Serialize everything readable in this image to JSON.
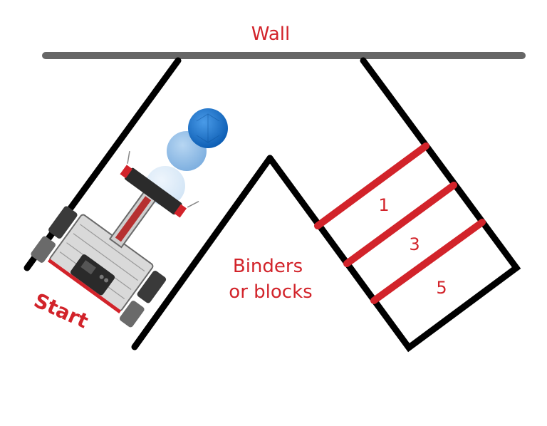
{
  "diagram": {
    "wall_label": "Wall",
    "zone_label_line1": "Binders",
    "zone_label_line2": "or blocks",
    "score_labels": [
      "1",
      "3",
      "5"
    ],
    "start_label": "Start"
  },
  "colors": {
    "wall": "#666666",
    "boundary": "#000000",
    "accent_red": "#d2232a",
    "ball": "#1e73c8"
  }
}
